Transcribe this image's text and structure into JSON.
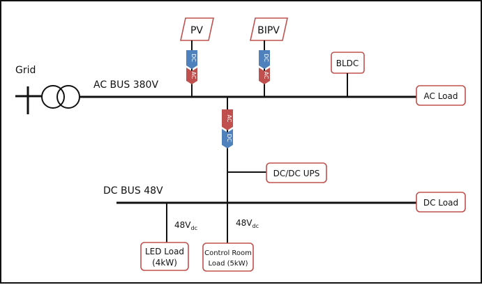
{
  "diagram": {
    "grid_label": "Grid",
    "ac_bus_label": "AC BUS 380V",
    "dc_bus_label": "DC BUS 48V",
    "sources": {
      "pv": "PV",
      "bipv": "BIPV"
    },
    "converters": {
      "pv": {
        "top": "DC",
        "bottom": "AC"
      },
      "bipv": {
        "top": "DC",
        "bottom": "AC"
      },
      "main": {
        "top": "AC",
        "bottom": "DC"
      }
    },
    "boxes": {
      "bldc": "BLDC",
      "ac_load": "AC Load",
      "dcdc_ups": "DC/DC UPS",
      "dc_load": "DC Load",
      "led_load_line1": "LED Load",
      "led_load_line2": "(4kW)",
      "control_room_line1": "Control Room",
      "control_room_line2": "Load (5kW)"
    },
    "voltage_label": {
      "main": "48V",
      "sub": "dc"
    },
    "colors": {
      "box_border": "#c0504d",
      "converter_blue": "#4f81bd",
      "converter_red": "#c0504d",
      "line": "#111111"
    }
  }
}
